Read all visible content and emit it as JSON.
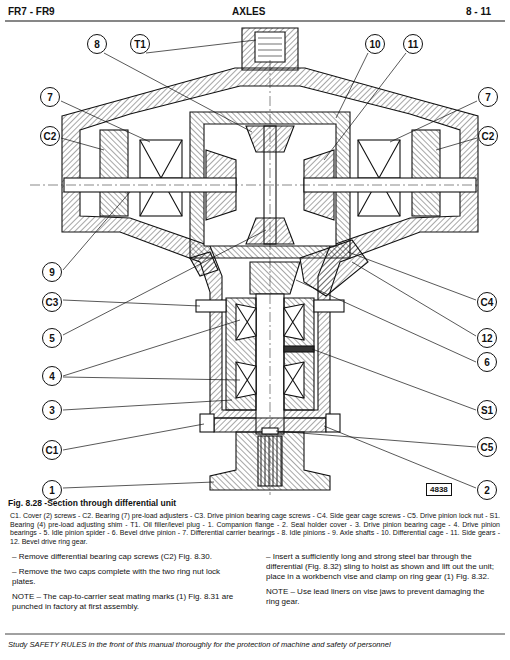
{
  "diagram": {
    "caption": "Fig. 8.28 -Section through differential unit",
    "labels": [
      "FR7 - FR9",
      "AXLES",
      "8 - 11",
      "8",
      "T1",
      "10",
      "11",
      "7",
      "7",
      "C2",
      "C2",
      "9",
      "C3",
      "C4",
      "5",
      "12",
      "4",
      "6",
      "3",
      "S1",
      "C1",
      "C5",
      "1",
      "2",
      "4838",
      "C1. Cover (2) screws - C2. Bearing (7) pre-load adjusters - C3. Drive pinion bearing cage screws - C4. Side gear cage screws - C5. Drive pinion lock nut - S1. Bearing (4) pre-load adjusting shim - T1. Oil filler/level plug - 1. Companion flange - 2. Seal holder cover - 3. Drive pinion bearing cage - 4. Drive pinion bearings - 5. Idle pinion spider - 6. Bevel drive pinion - 7. Differential carrier bearings - 8. Idle pinions - 9. Axle shafts - 10. Differential cage - 11. Side gears - 12. Bevel drive ring gear.",
      "– Remove differential bearing cap screws (C2) Fig. 8.30.",
      "– Remove the two caps complete with the two ring nut lock plates.",
      "NOTE – The cap-to-carrier seat mating marks (1) Fig. 8.31 are punched in factory at first assembly.",
      "– Insert a sufficiently long and strong steel bar through the differential (Fig. 8.32) sling to hoist as shown and lift out the unit; place in a workbench vise and clamp on ring gear (1) Fig. 8.32.",
      "NOTE – Use lead liners on vise jaws to prevent damaging the ring gear.",
      "Study SAFETY RULES in the front of this manual thoroughly for the protection of machine and safety of personnel"
    ]
  }
}
